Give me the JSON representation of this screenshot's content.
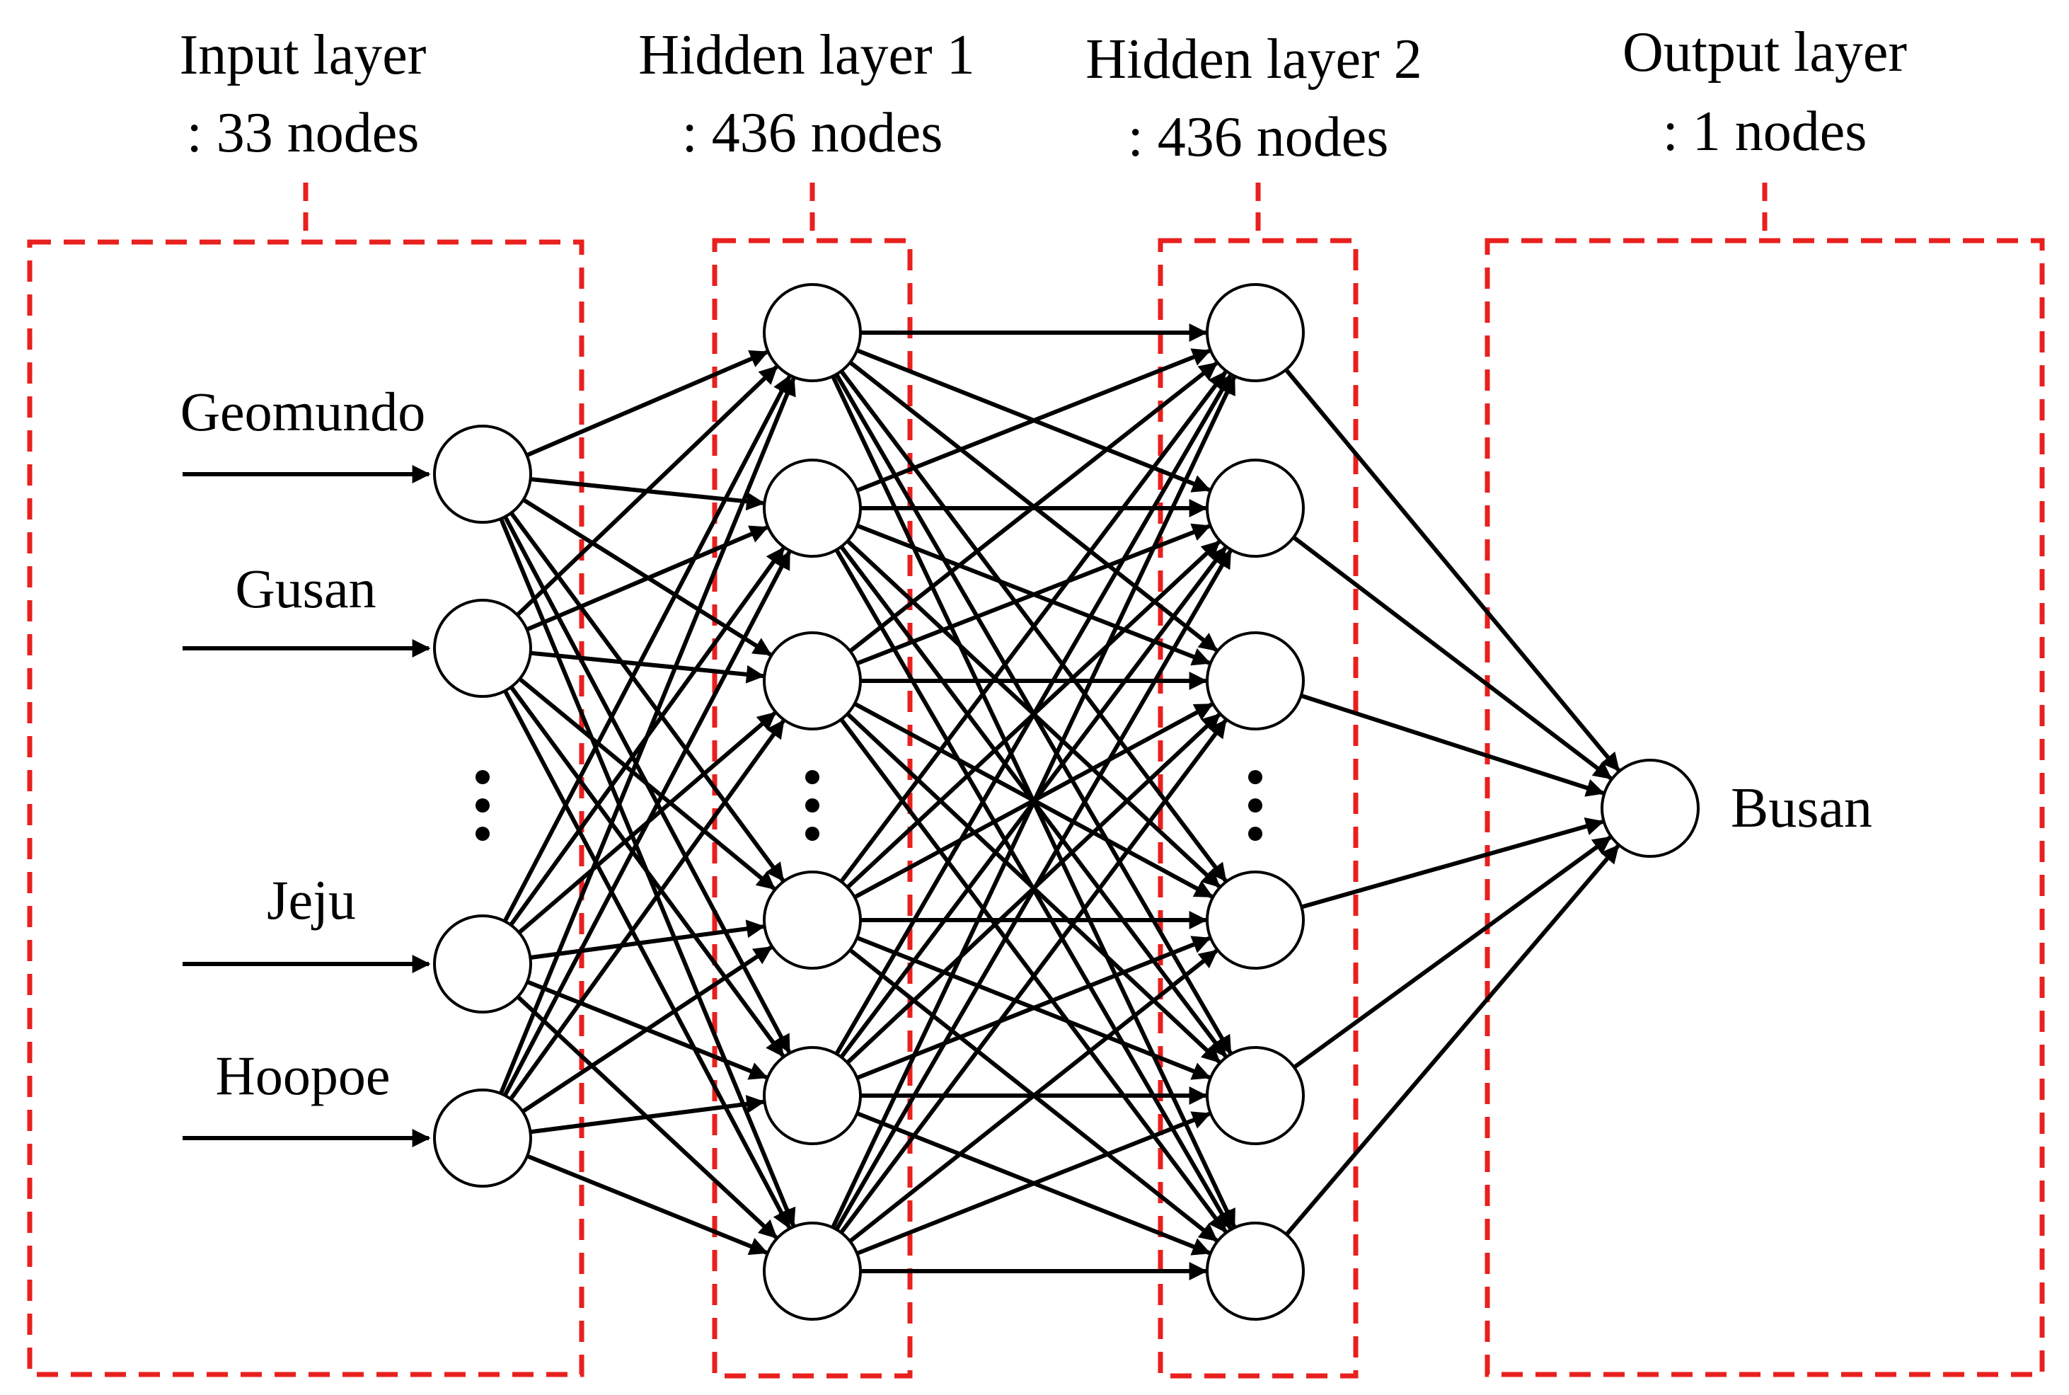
{
  "colors": {
    "box_stroke": "#e8201e",
    "line": "#000000",
    "node_fill": "#ffffff",
    "background": "#ffffff"
  },
  "layers": [
    {
      "title_line1": "Input layer",
      "title_line2": ": 33 nodes"
    },
    {
      "title_line1": "Hidden layer 1",
      "title_line2": ": 436 nodes"
    },
    {
      "title_line1": "Hidden layer 2",
      "title_line2": ": 436 nodes"
    },
    {
      "title_line1": "Output layer",
      "title_line2": ": 1 nodes"
    }
  ],
  "input_labels": [
    "Geomundo",
    "Gusan",
    "Jeju",
    "Hoopoe"
  ],
  "output_label": "Busan",
  "ellipsis_icon": "vertical-ellipsis-icon"
}
